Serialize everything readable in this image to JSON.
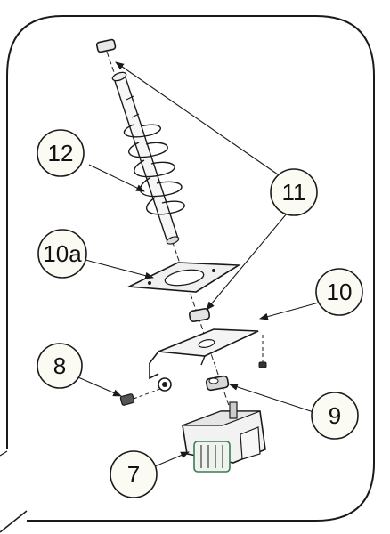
{
  "diagram": {
    "callouts": [
      {
        "id": "c12",
        "label": "12"
      },
      {
        "id": "c11",
        "label": "11"
      },
      {
        "id": "c10a",
        "label": "10a"
      },
      {
        "id": "c10",
        "label": "10"
      },
      {
        "id": "c8",
        "label": "8"
      },
      {
        "id": "c9",
        "label": "9"
      },
      {
        "id": "c7",
        "label": "7"
      }
    ],
    "colors": {
      "line": "#1a1a1a",
      "bubble_fill": "#fbfbf3",
      "part_fill": "#f4f4f4",
      "accent": "#3c7a55"
    }
  }
}
